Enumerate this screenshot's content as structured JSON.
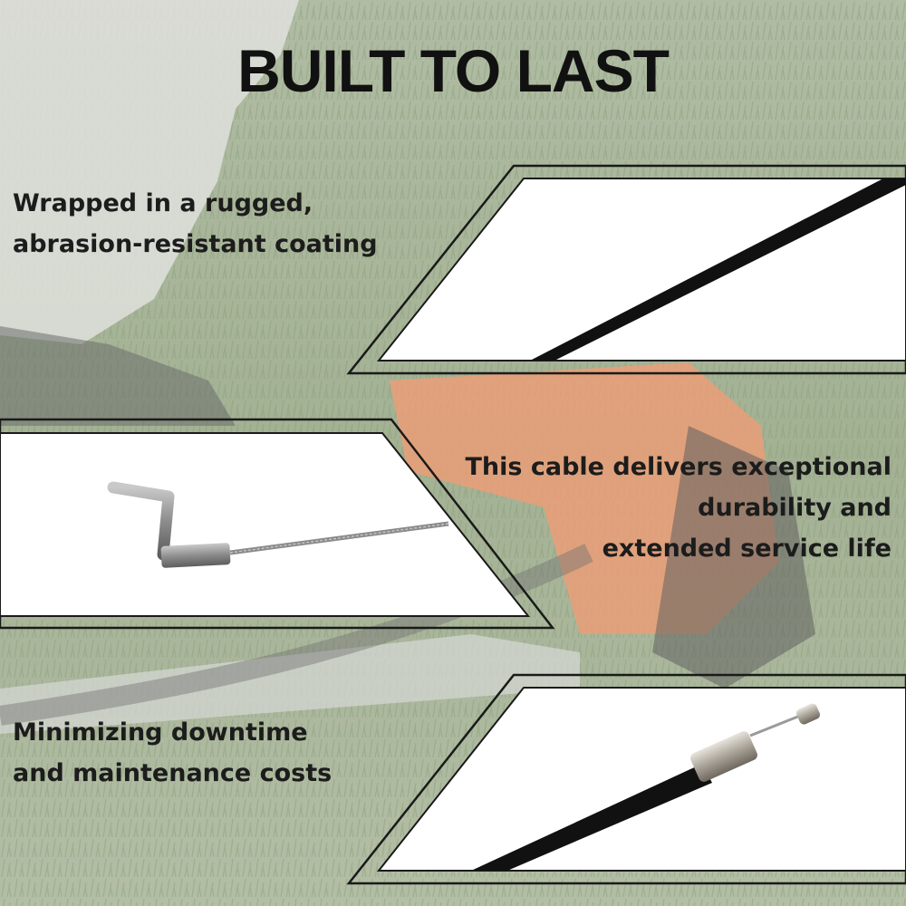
{
  "headline": "BUILT TO LAST",
  "features": [
    {
      "lines": [
        "Wrapped in a rugged,",
        "abrasion-resistant coating"
      ],
      "image": "black-coated-cable-close-up"
    },
    {
      "lines": [
        "This cable delivers exceptional",
        "durability and",
        "extended service life"
      ],
      "image": "z-bend-cable-end"
    },
    {
      "lines": [
        "Minimizing downtime",
        "and maintenance costs"
      ],
      "image": "cable-ferrule-end-fitting"
    }
  ],
  "background": "string-trimmer-on-grass-photo",
  "colors": {
    "panel": "#ffffff",
    "frame": "#1a1a1a",
    "grass": "#8fa07c",
    "engine_orange": "#e5895a"
  }
}
